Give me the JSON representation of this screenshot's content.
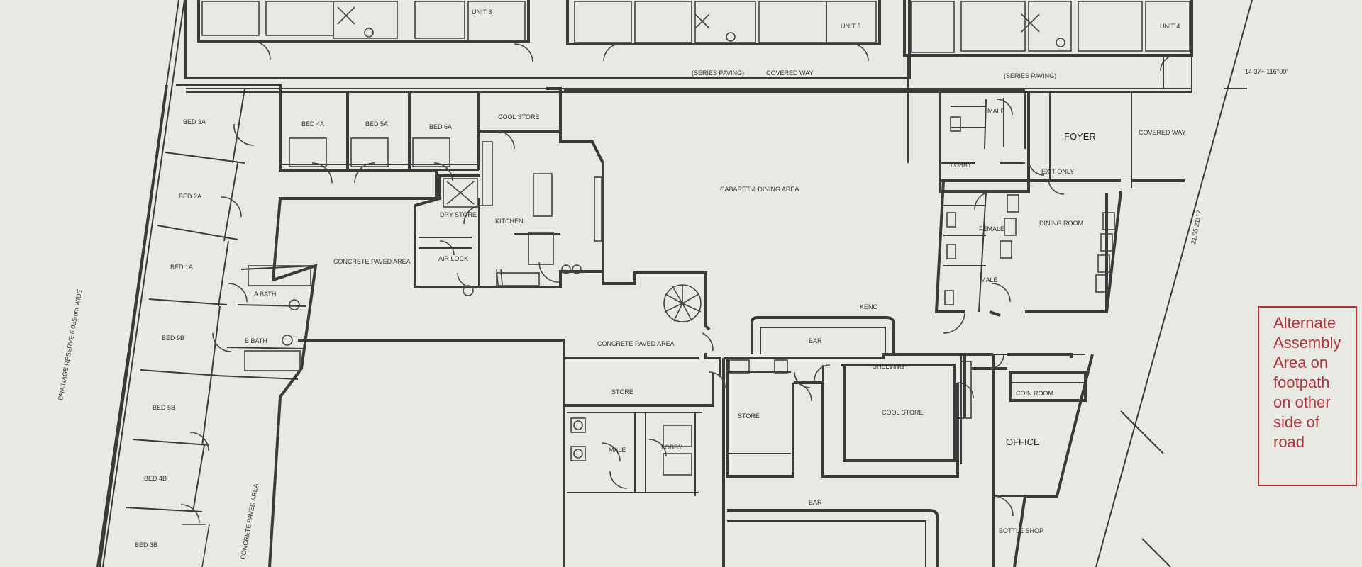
{
  "plan": {
    "units": [
      "UNIT 3",
      "UNIT 3",
      "UNIT 4"
    ],
    "covered_way_top": [
      "COVERED WAY",
      "(SERIES PAVING)",
      "(SERIES PAVING)"
    ],
    "beds": [
      "BED 3A",
      "BED 4A",
      "BED 5A",
      "BED 6A",
      "BED 2A",
      "BED 1A",
      "BED 9B",
      "BED 5B",
      "BED 4B",
      "BED 3B"
    ],
    "baths": [
      "A BATH",
      "B BATH"
    ],
    "rooms": {
      "cool_store_1": "COOL STORE",
      "dry_store": "DRY STORE",
      "kitchen": "KITCHEN",
      "air_lock": "AIR LOCK",
      "concrete_paved_1": "CONCRETE PAVED AREA",
      "concrete_paved_2": "CONCRETE PAVED AREA",
      "cabaret": "CABARET & DINING AREA",
      "male_top": "MALE",
      "lobby": "LOBBY",
      "foyer": "FOYER",
      "covered_way_right": "COVERED WAY",
      "exit_only": "EXIT ONLY",
      "female": "FEMALE",
      "dining_room": "DINING ROOM",
      "male_mid": "MALE",
      "keno": "KENO",
      "bar_top": "BAR",
      "store_left": "STORE",
      "males_low": "MALE",
      "lobby_low": "LOBBY",
      "store_mid": "STORE",
      "cool_store_2": "COOL STORE",
      "coin_room": "COIN ROOM",
      "office": "OFFICE",
      "bar_bottom": "BAR",
      "bottle_shop": "BOTTLE SHOP",
      "shelving": "SHELVING"
    },
    "drainage": "DRAINAGE RESERVE 6 035mm WIDE",
    "concrete_paved_vertical": "CONCRETE PAVED AREA",
    "dimensions": [
      "14 37+ 116°00'",
      "21.05 211°?"
    ]
  },
  "note": {
    "lines": [
      "Alternate",
      "Assembly",
      "Area on",
      "footpath",
      "on other",
      "side of",
      "road"
    ],
    "color": "#b1343c"
  }
}
